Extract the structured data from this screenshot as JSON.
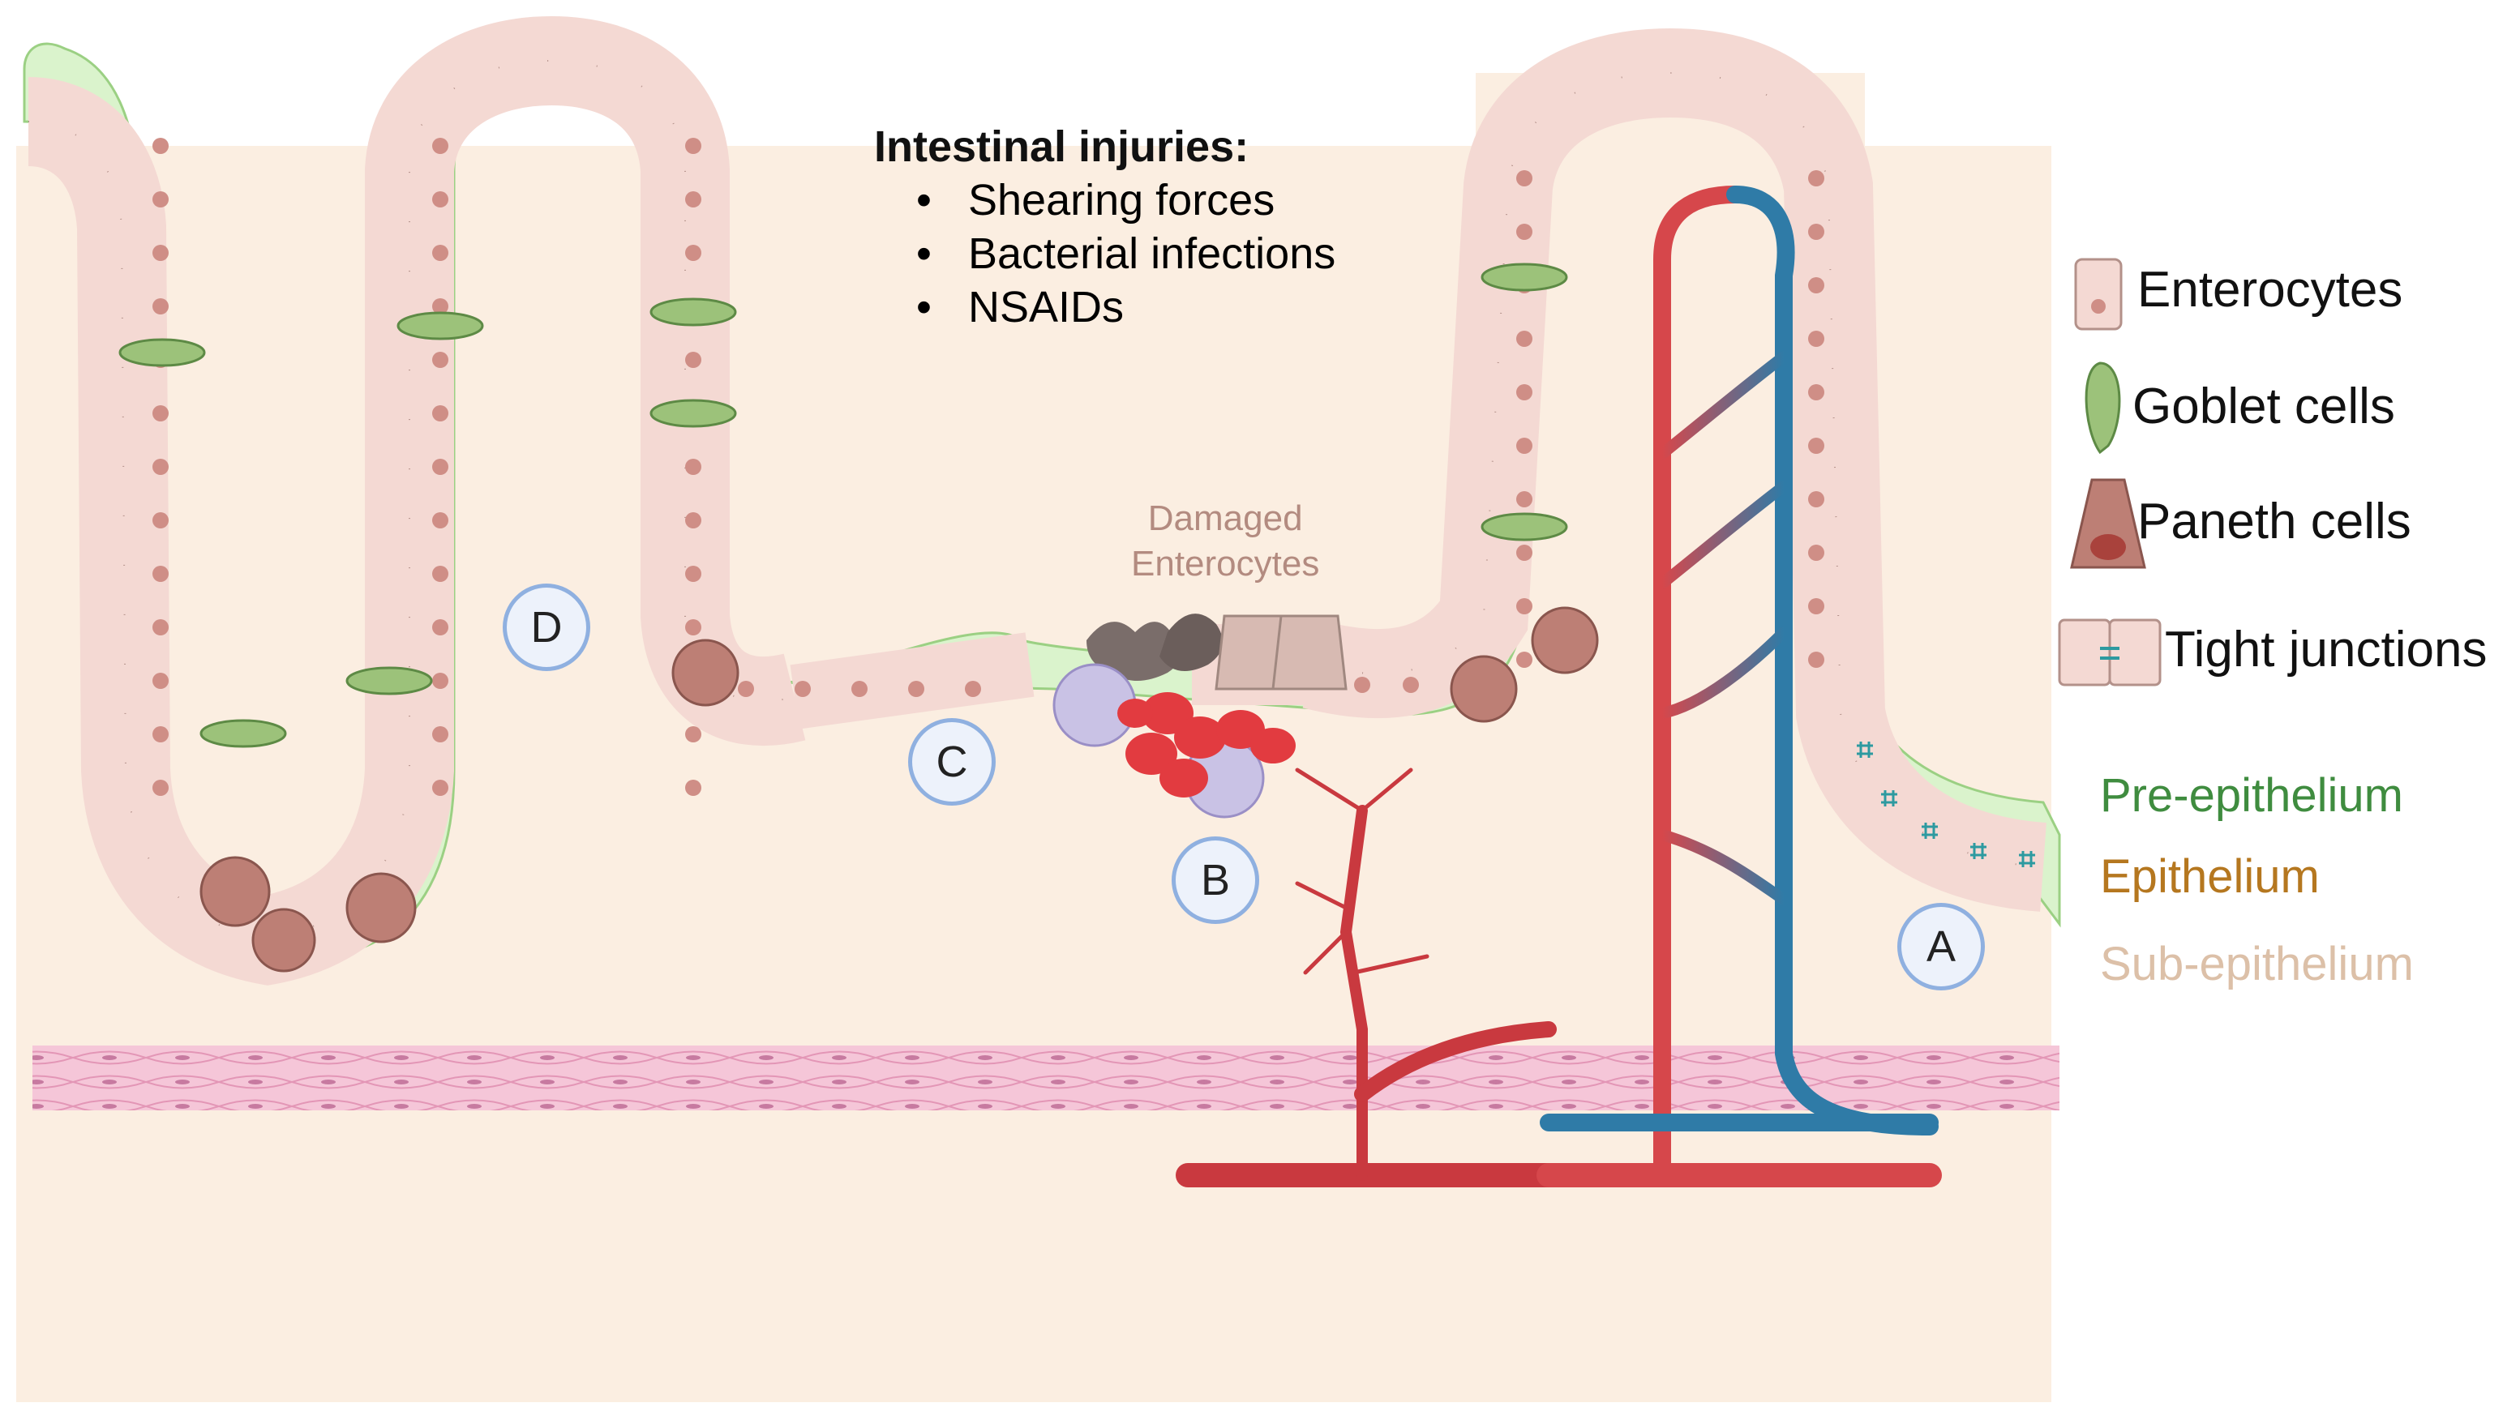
{
  "injuries": {
    "title": "Intestinal injuries:",
    "items": [
      "Shearing forces",
      "Bacterial infections",
      "NSAIDs"
    ]
  },
  "damaged_label": [
    "Damaged",
    "Enterocytes"
  ],
  "markers": {
    "a": "A",
    "b": "B",
    "c": "C",
    "d": "D"
  },
  "legend": {
    "enterocytes": "Enterocytes",
    "goblet": "Goblet cells",
    "paneth": "Paneth cells",
    "tight": "Tight junctions"
  },
  "layers": {
    "pre": {
      "label": "Pre-epithelium",
      "color": "#3f8c3f"
    },
    "epi": {
      "label": "Epithelium",
      "color": "#b5771f"
    },
    "sub": {
      "label": "Sub-epithelium",
      "color": "#dcc0a8"
    }
  },
  "colors": {
    "tissue": "#fbeee1",
    "mucus": "#daf3cc",
    "mucus_edge": "#9bd083",
    "cell": "#f4d9d3",
    "cell_edge": "#b3918a",
    "nucleus": "#cf8e86",
    "goblet": "#9cc27a",
    "paneth": "#bd7f75",
    "artery": "#d6474b",
    "vein": "#2f7ba7",
    "muscle": "#f4bcd1",
    "marker_fill": "#edf2fb",
    "marker_edge": "#8fb0e0"
  }
}
